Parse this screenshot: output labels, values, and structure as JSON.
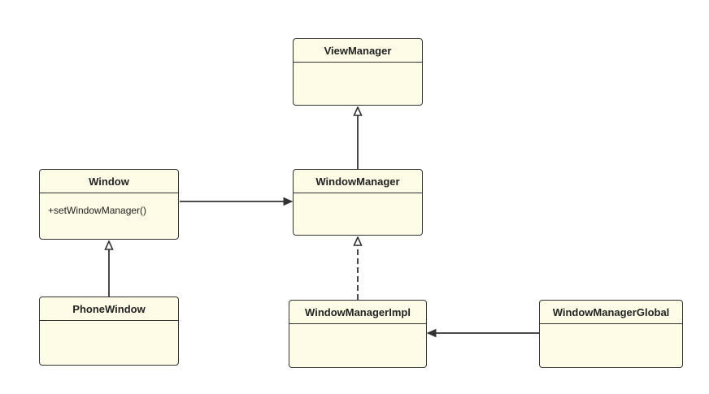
{
  "colors": {
    "class_fill": "#fefce6",
    "line": "#333333",
    "text": "#222222"
  },
  "classes": {
    "view_manager": {
      "name": "ViewManager",
      "methods": []
    },
    "window": {
      "name": "Window",
      "methods": [
        "+setWindowManager()"
      ]
    },
    "window_manager": {
      "name": "WindowManager",
      "methods": []
    },
    "phone_window": {
      "name": "PhoneWindow",
      "methods": []
    },
    "window_manager_impl": {
      "name": "WindowManagerImpl",
      "methods": []
    },
    "window_manager_global": {
      "name": "WindowManagerGlobal",
      "methods": []
    }
  },
  "relations": [
    {
      "from": "window_manager",
      "to": "view_manager",
      "type": "inheritance"
    },
    {
      "from": "phone_window",
      "to": "window",
      "type": "inheritance"
    },
    {
      "from": "window",
      "to": "window_manager",
      "type": "association"
    },
    {
      "from": "window_manager_impl",
      "to": "window_manager",
      "type": "realization"
    },
    {
      "from": "window_manager_global",
      "to": "window_manager_impl",
      "type": "association"
    }
  ]
}
